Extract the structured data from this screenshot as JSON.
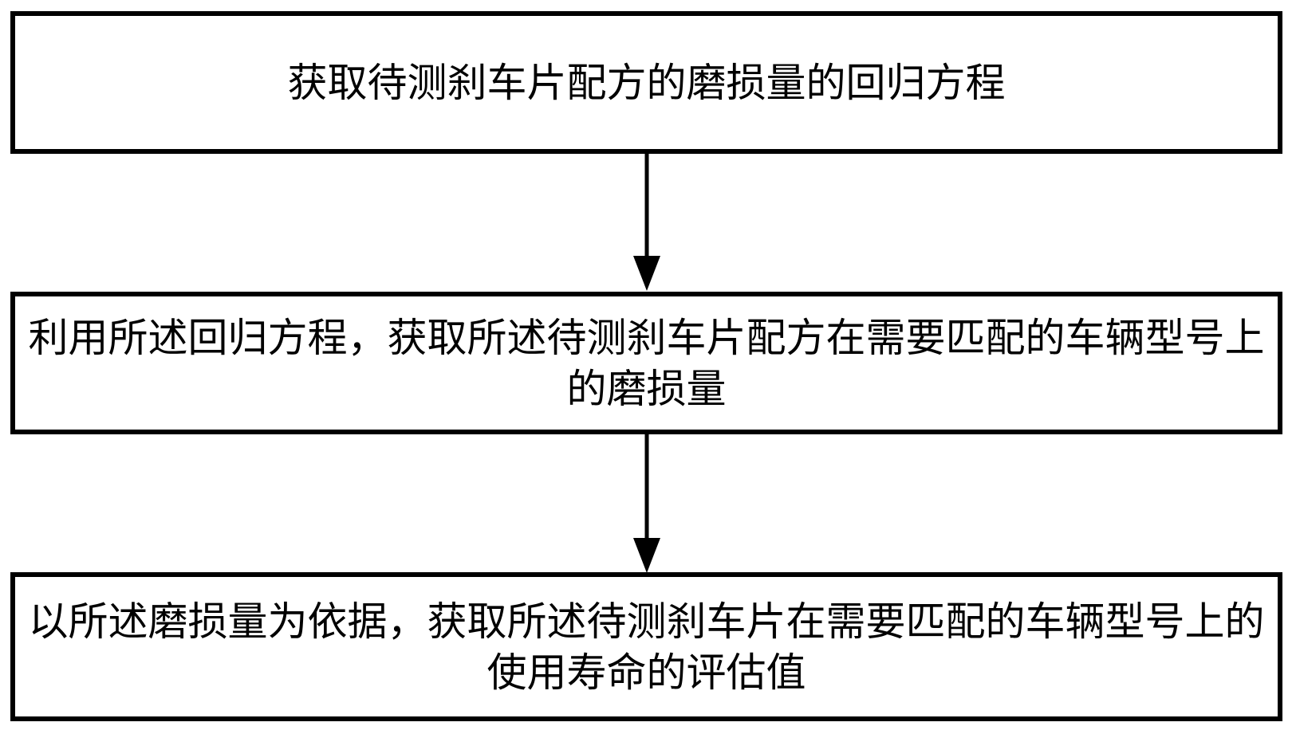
{
  "diagram": {
    "type": "flowchart",
    "background_color": "#ffffff",
    "line_color": "#000000",
    "boxes": [
      {
        "id": "step-1",
        "lines": [
          "获取待测刹车片配方的磨损量的回归方程"
        ]
      },
      {
        "id": "step-2",
        "lines": [
          "利用所述回归方程，获取所述待测刹车片配方在需要匹配的车辆型号上",
          "的磨损量"
        ]
      },
      {
        "id": "step-3",
        "lines": [
          "以所述磨损量为依据，获取所述待测刹车片在需要匹配的车辆型号上的",
          "使用寿命的评估值"
        ]
      }
    ],
    "connectors": [
      {
        "from": "step-1",
        "to": "step-2",
        "shape": "arrow-down"
      },
      {
        "from": "step-2",
        "to": "step-3",
        "shape": "arrow-down"
      }
    ]
  }
}
